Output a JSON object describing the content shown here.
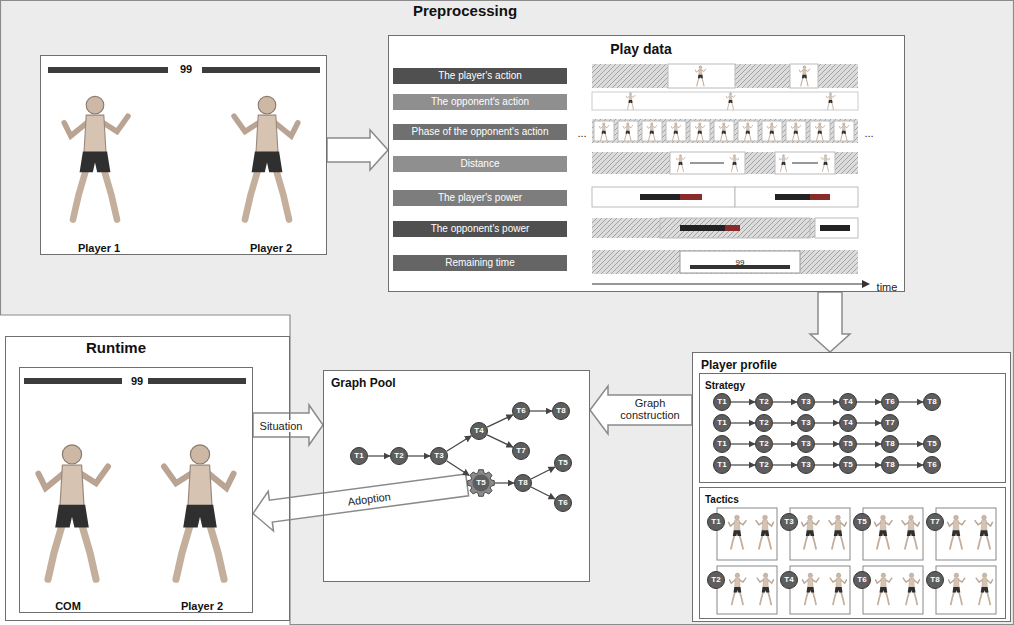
{
  "diagram": {
    "nodes": [
      {
        "text": [
          "Preprocessing"
        ]
      },
      {
        "text": [
          "99",
          "Player 1",
          "Player 2"
        ],
        "in": 0
      },
      {
        "text": [
          "Play data"
        ],
        "in": 0
      },
      {
        "text": [
          "The player's action"
        ],
        "in": 2
      },
      {
        "text": [
          "The opponent's action"
        ],
        "in": 2
      },
      {
        "text": [
          "Phase of the opponent's action"
        ],
        "in": 2
      },
      {
        "text": [
          "Distance"
        ],
        "in": 2
      },
      {
        "text": [
          "The player's power"
        ],
        "in": 2
      },
      {
        "text": [
          "The opponent's power"
        ],
        "in": 2
      },
      {
        "text": [
          "Remaining time"
        ],
        "in": 2
      },
      {
        "text": [
          "Player profile"
        ],
        "in": 0
      },
      {
        "text": [
          "Strategy"
        ],
        "in": 10
      },
      {
        "text": [
          "T1"
        ],
        "in": 11
      },
      {
        "text": [
          "T2"
        ],
        "in": 11
      },
      {
        "text": [
          "T3"
        ],
        "in": 11
      },
      {
        "text": [
          "T4"
        ],
        "in": 11
      },
      {
        "text": [
          "T6"
        ],
        "in": 11
      },
      {
        "text": [
          "T8"
        ],
        "in": 11
      },
      {
        "text": [
          "T1"
        ],
        "in": 11
      },
      {
        "text": [
          "T2"
        ],
        "in": 11
      },
      {
        "text": [
          "T3"
        ],
        "in": 11
      },
      {
        "text": [
          "T4"
        ],
        "in": 11
      },
      {
        "text": [
          "T7"
        ],
        "in": 11
      },
      {
        "text": [
          "T1"
        ],
        "in": 11
      },
      {
        "text": [
          "T2"
        ],
        "in": 11
      },
      {
        "text": [
          "T3"
        ],
        "in": 11
      },
      {
        "text": [
          "T5"
        ],
        "in": 11
      },
      {
        "text": [
          "T8"
        ],
        "in": 11
      },
      {
        "text": [
          "T5"
        ],
        "in": 11
      },
      {
        "text": [
          "T1"
        ],
        "in": 11
      },
      {
        "text": [
          "T2"
        ],
        "in": 11
      },
      {
        "text": [
          "T3"
        ],
        "in": 11
      },
      {
        "text": [
          "T5"
        ],
        "in": 11
      },
      {
        "text": [
          "T8"
        ],
        "in": 11
      },
      {
        "text": [
          "T6"
        ],
        "in": 11
      },
      {
        "text": [
          "Tactics"
        ],
        "in": 10
      },
      {
        "text": [
          "T1"
        ],
        "in": 35
      },
      {
        "text": [
          "T3"
        ],
        "in": 35
      },
      {
        "text": [
          "T5"
        ],
        "in": 35
      },
      {
        "text": [
          "T7"
        ],
        "in": 35
      },
      {
        "text": [
          "T2"
        ],
        "in": 35
      },
      {
        "text": [
          "T4"
        ],
        "in": 35
      },
      {
        "text": [
          "T6"
        ],
        "in": 35
      },
      {
        "text": [
          "T8"
        ],
        "in": 35
      },
      {
        "text": [
          "Graph Pool"
        ],
        "in": 0
      },
      {
        "text": [
          "T1"
        ],
        "in": 44
      },
      {
        "text": [
          "T2"
        ],
        "in": 44
      },
      {
        "text": [
          "T3"
        ],
        "in": 44
      },
      {
        "text": [
          "T4"
        ],
        "in": 44
      },
      {
        "text": [
          "T6"
        ],
        "in": 44
      },
      {
        "text": [
          "T8"
        ],
        "in": 44
      },
      {
        "text": [
          "T7"
        ],
        "in": 44
      },
      {
        "text": [
          "T5"
        ],
        "in": 44
      },
      {
        "text": [
          "T8"
        ],
        "in": 44
      },
      {
        "text": [
          "T5"
        ],
        "in": 44
      },
      {
        "text": [
          "T6"
        ],
        "in": 44
      },
      {
        "text": [
          "Runtime"
        ]
      },
      {
        "text": [
          "99",
          "COM",
          "Player 2"
        ],
        "in": 56
      }
    ],
    "edges": [
      {
        "from": 1,
        "to": 2,
        "arrow": "to"
      },
      {
        "from": 2,
        "to": 10,
        "arrow": "to"
      },
      {
        "from": 10,
        "to": 44,
        "label": "Graph construction",
        "arrow": "to"
      },
      {
        "from": 57,
        "to": 44,
        "label": "Situation",
        "arrow": "to"
      },
      {
        "from": 52,
        "to": 57,
        "label": "Adoption",
        "arrow": "to"
      },
      {
        "from": 12,
        "to": 13,
        "arrow": "to"
      },
      {
        "from": 13,
        "to": 14,
        "arrow": "to"
      },
      {
        "from": 14,
        "to": 15,
        "arrow": "to"
      },
      {
        "from": 15,
        "to": 16,
        "arrow": "to"
      },
      {
        "from": 16,
        "to": 17,
        "arrow": "to"
      },
      {
        "from": 18,
        "to": 19,
        "arrow": "to"
      },
      {
        "from": 19,
        "to": 20,
        "arrow": "to"
      },
      {
        "from": 20,
        "to": 21,
        "arrow": "to"
      },
      {
        "from": 21,
        "to": 22,
        "arrow": "to"
      },
      {
        "from": 23,
        "to": 24,
        "arrow": "to"
      },
      {
        "from": 24,
        "to": 25,
        "arrow": "to"
      },
      {
        "from": 25,
        "to": 26,
        "arrow": "to"
      },
      {
        "from": 26,
        "to": 27,
        "arrow": "to"
      },
      {
        "from": 27,
        "to": 28,
        "arrow": "to"
      },
      {
        "from": 29,
        "to": 30,
        "arrow": "to"
      },
      {
        "from": 30,
        "to": 31,
        "arrow": "to"
      },
      {
        "from": 31,
        "to": 32,
        "arrow": "to"
      },
      {
        "from": 32,
        "to": 33,
        "arrow": "to"
      },
      {
        "from": 33,
        "to": 34,
        "arrow": "to"
      },
      {
        "from": 45,
        "to": 46,
        "arrow": "to"
      },
      {
        "from": 46,
        "to": 47,
        "arrow": "to"
      },
      {
        "from": 47,
        "to": 48,
        "arrow": "to"
      },
      {
        "from": 47,
        "to": 52,
        "arrow": "to"
      },
      {
        "from": 48,
        "to": 49,
        "arrow": "to"
      },
      {
        "from": 48,
        "to": 51,
        "arrow": "to"
      },
      {
        "from": 49,
        "to": 50,
        "arrow": "to"
      },
      {
        "from": 52,
        "to": 53,
        "arrow": "to"
      },
      {
        "from": 53,
        "to": 54,
        "arrow": "to"
      },
      {
        "from": 53,
        "to": 55,
        "arrow": "to"
      }
    ],
    "labels": [
      "...",
      "...",
      "99",
      "time"
    ]
  }
}
